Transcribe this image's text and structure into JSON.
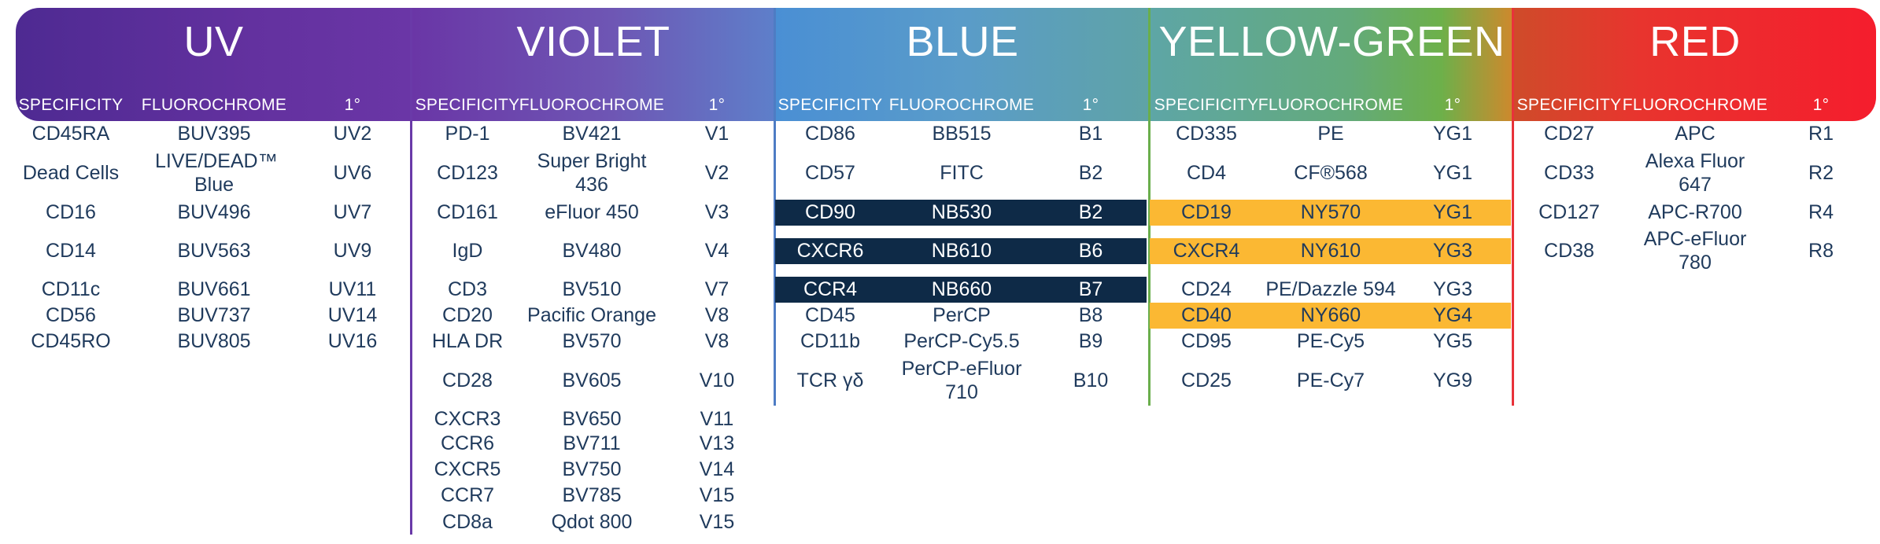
{
  "header": {
    "specificity": "SPECIFICITY",
    "fluorochrome": "FLUOROCHROME",
    "primary": "1°"
  },
  "colors": {
    "uv": "#5b2d9c",
    "violet": "#7a4eb8",
    "blue": "#4d8fd1",
    "yellow_green": "#6db04a",
    "red": "#ef2f2f",
    "dark_highlight": "#0e2a47",
    "orange_highlight": "#fbb833",
    "text": "#1f3a5c"
  },
  "sections": [
    {
      "id": "uv",
      "title": "UV",
      "divider_color": "#6a3aa8",
      "rows": [
        {
          "specificity": "CD45RA",
          "fluorochrome": "BUV395",
          "laser": "UV2"
        },
        {
          "specificity": "Dead Cells",
          "fluorochrome": "LIVE/DEAD™ Blue",
          "laser": "UV6"
        },
        {
          "specificity": "CD16",
          "fluorochrome": "BUV496",
          "laser": "UV7"
        },
        {
          "specificity": "CD14",
          "fluorochrome": "BUV563",
          "laser": "UV9"
        },
        {
          "specificity": "CD11c",
          "fluorochrome": "BUV661",
          "laser": "UV11"
        },
        {
          "specificity": "CD56",
          "fluorochrome": "BUV737",
          "laser": "UV14"
        },
        {
          "specificity": "CD45RO",
          "fluorochrome": "BUV805",
          "laser": "UV16"
        }
      ]
    },
    {
      "id": "violet",
      "title": "VIOLET",
      "divider_color": "#4e7cc4",
      "rows": [
        {
          "specificity": "PD-1",
          "fluorochrome": "BV421",
          "laser": "V1"
        },
        {
          "specificity": "CD123",
          "fluorochrome": "Super Bright 436",
          "laser": "V2"
        },
        {
          "specificity": "CD161",
          "fluorochrome": "eFluor 450",
          "laser": "V3"
        },
        {
          "specificity": "IgD",
          "fluorochrome": "BV480",
          "laser": "V4"
        },
        {
          "specificity": "CD3",
          "fluorochrome": "BV510",
          "laser": "V7"
        },
        {
          "specificity": "CD20",
          "fluorochrome": "Pacific Orange",
          "laser": "V8"
        },
        {
          "specificity": "HLA DR",
          "fluorochrome": "BV570",
          "laser": "V8"
        },
        {
          "specificity": "CD28",
          "fluorochrome": "BV605",
          "laser": "V10"
        },
        {
          "specificity": "CXCR3",
          "fluorochrome": "BV650",
          "laser": "V11"
        },
        {
          "specificity": "CCR6",
          "fluorochrome": "BV711",
          "laser": "V13"
        },
        {
          "specificity": "CXCR5",
          "fluorochrome": "BV750",
          "laser": "V14"
        },
        {
          "specificity": "CCR7",
          "fluorochrome": "BV785",
          "laser": "V15"
        },
        {
          "specificity": "CD8a",
          "fluorochrome": "Qdot 800",
          "laser": "V15"
        }
      ]
    },
    {
      "id": "blue",
      "title": "BLUE",
      "divider_color": "#6aae4c",
      "rows": [
        {
          "specificity": "CD86",
          "fluorochrome": "BB515",
          "laser": "B1"
        },
        {
          "specificity": "CD57",
          "fluorochrome": "FITC",
          "laser": "B2"
        },
        {
          "specificity": "CD90",
          "fluorochrome": "NB530",
          "laser": "B2",
          "highlight": "dark"
        },
        {
          "specificity": "CXCR6",
          "fluorochrome": "NB610",
          "laser": "B6",
          "highlight": "dark"
        },
        {
          "specificity": "CCR4",
          "fluorochrome": "NB660",
          "laser": "B7",
          "highlight": "dark"
        },
        {
          "specificity": "CD45",
          "fluorochrome": "PerCP",
          "laser": "B8"
        },
        {
          "specificity": "CD11b",
          "fluorochrome": "PerCP-Cy5.5",
          "laser": "B9"
        },
        {
          "specificity": "TCR γδ",
          "fluorochrome": "PerCP-eFluor 710",
          "laser": "B10"
        }
      ]
    },
    {
      "id": "yellow_green",
      "title": "YELLOW-GREEN",
      "divider_color": "#e8323a",
      "rows": [
        {
          "specificity": "CD335",
          "fluorochrome": "PE",
          "laser": "YG1"
        },
        {
          "specificity": "CD4",
          "fluorochrome": "CF®568",
          "laser": "YG1"
        },
        {
          "specificity": "CD19",
          "fluorochrome": "NY570",
          "laser": "YG1",
          "highlight": "orange"
        },
        {
          "specificity": "CXCR4",
          "fluorochrome": "NY610",
          "laser": "YG3",
          "highlight": "orange"
        },
        {
          "specificity": "CD24",
          "fluorochrome": "PE/Dazzle 594",
          "laser": "YG3"
        },
        {
          "specificity": "CD40",
          "fluorochrome": "NY660",
          "laser": "YG4",
          "highlight": "orange"
        },
        {
          "specificity": "CD95",
          "fluorochrome": "PE-Cy5",
          "laser": "YG5"
        },
        {
          "specificity": "CD25",
          "fluorochrome": "PE-Cy7",
          "laser": "YG9"
        }
      ]
    },
    {
      "id": "red",
      "title": "RED",
      "rows": [
        {
          "specificity": "CD27",
          "fluorochrome": "APC",
          "laser": "R1"
        },
        {
          "specificity": "CD33",
          "fluorochrome": "Alexa Fluor 647",
          "laser": "R2"
        },
        {
          "specificity": "CD127",
          "fluorochrome": "APC-R700",
          "laser": "R4"
        },
        {
          "specificity": "CD38",
          "fluorochrome": "APC-eFluor 780",
          "laser": "R8"
        }
      ]
    }
  ]
}
